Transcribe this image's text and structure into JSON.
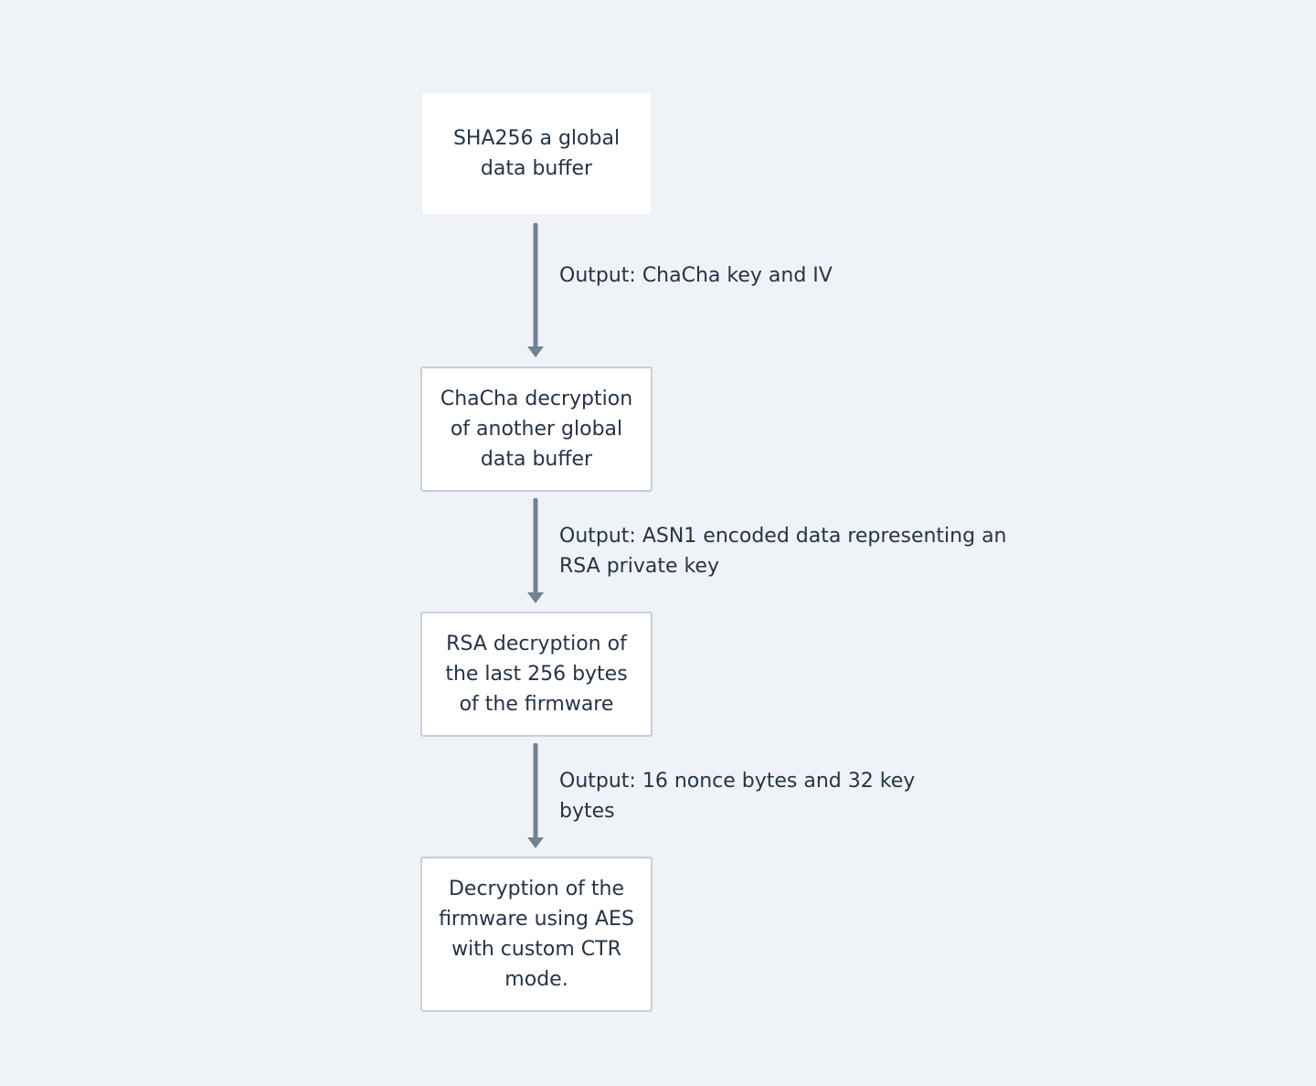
{
  "diagram": {
    "nodes": [
      {
        "id": "sha256",
        "text": "SHA256 a global\ndata buffer"
      },
      {
        "id": "chacha",
        "text": "ChaCha decryption\nof another global\ndata buffer"
      },
      {
        "id": "rsa",
        "text": "RSA decryption of\nthe last 256 bytes\nof the firmware"
      },
      {
        "id": "aes",
        "text": "Decryption of the\nfirmware using AES\nwith custom CTR\nmode."
      }
    ],
    "edges": [
      {
        "from": "sha256",
        "to": "chacha",
        "label": "Output: ChaCha key and IV"
      },
      {
        "from": "chacha",
        "to": "rsa",
        "label": "Output: ASN1 encoded data representing an\nRSA private key"
      },
      {
        "from": "rsa",
        "to": "aes",
        "label": "Output: 16 nonce bytes and 32  key\nbytes"
      }
    ],
    "colors": {
      "background": "#eff3f7",
      "node_fill": "#ffffff",
      "node_border": "#c6cfd8",
      "arrow": "#738291",
      "text": "#243447"
    }
  }
}
